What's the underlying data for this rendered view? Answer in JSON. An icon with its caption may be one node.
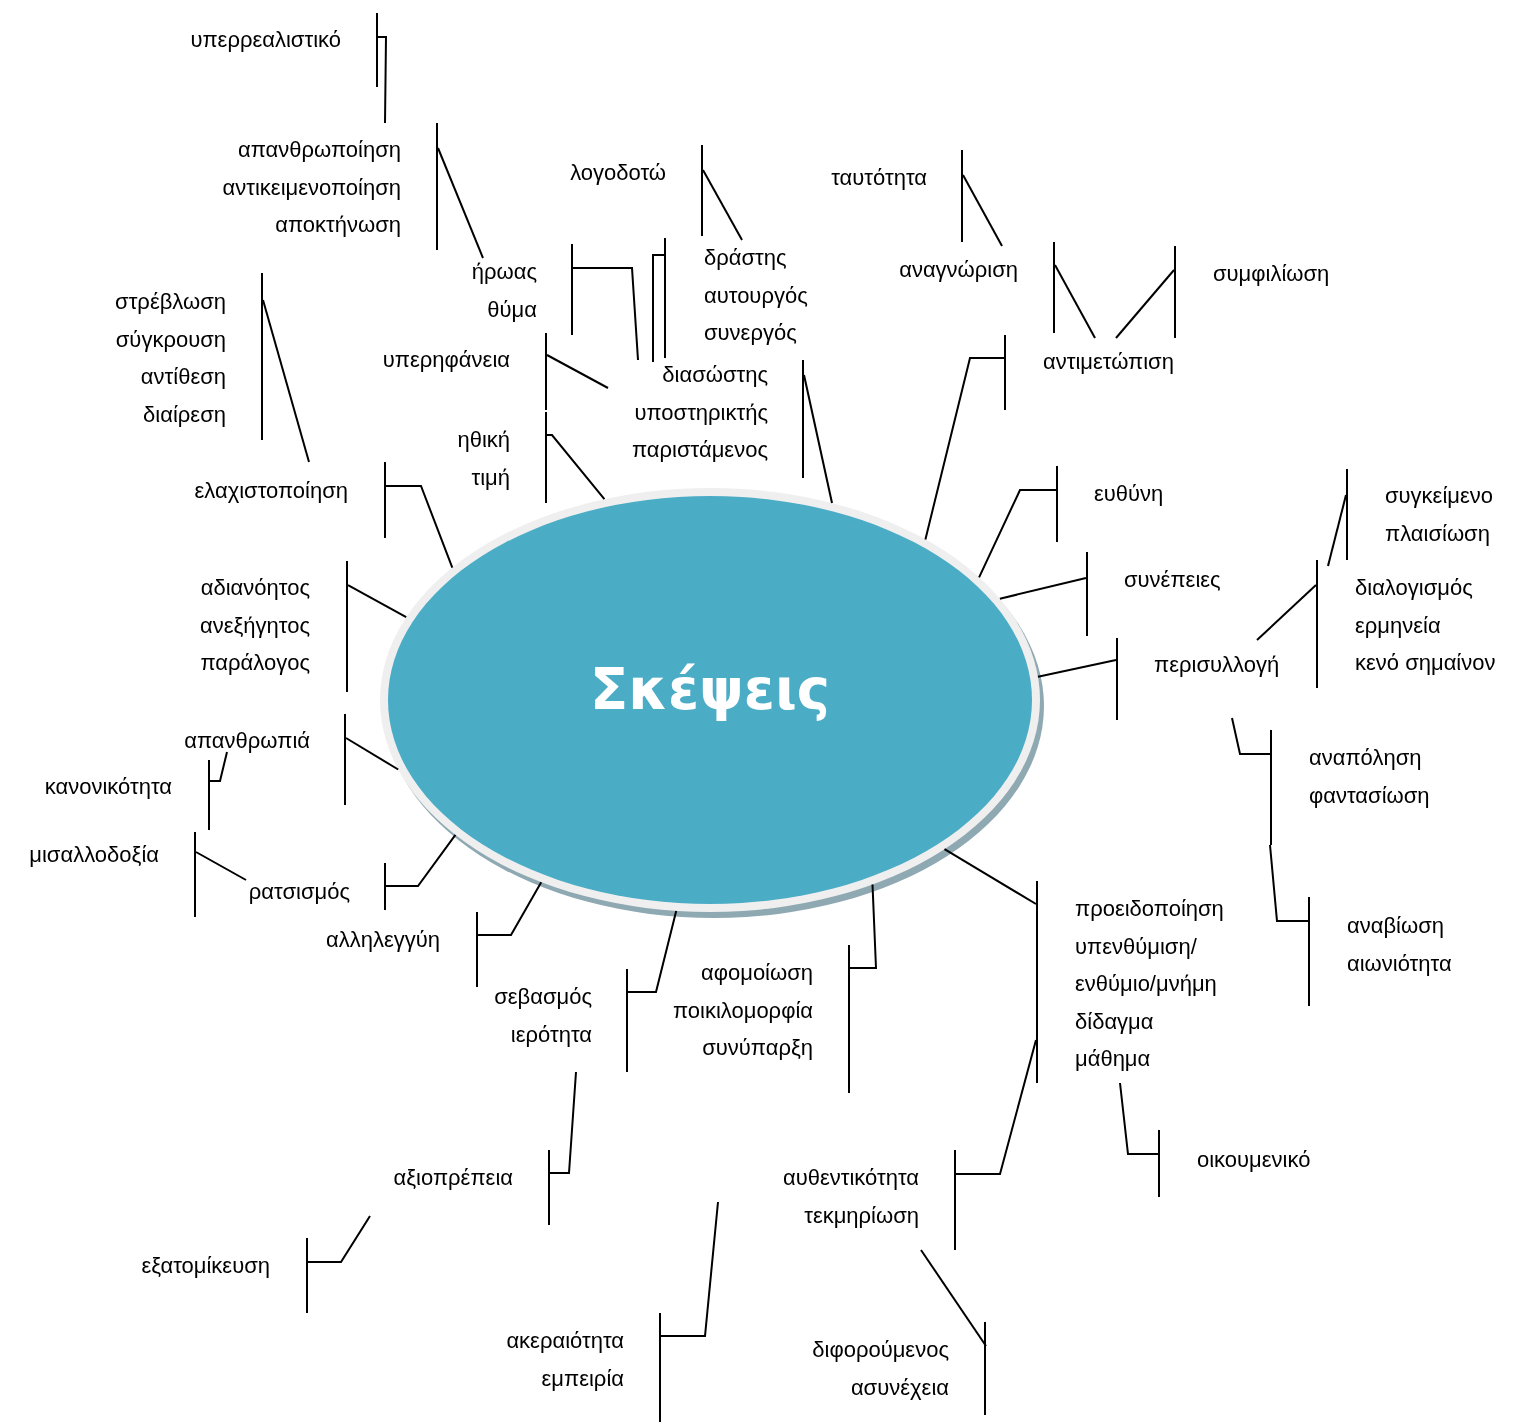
{
  "diagram": {
    "nodes": [
      {
        "text": [
          "Σκέψεις"
        ]
      },
      {
        "text": [
          "υπερρεαλιστικό"
        ]
      },
      {
        "text": [
          "απανθρωποίηση",
          "αντικειμενοποίηση",
          "αποκτήνωση"
        ]
      },
      {
        "text": [
          "ήρωας",
          "θύμα"
        ]
      },
      {
        "text": [
          "λογοδοτώ"
        ]
      },
      {
        "text": [
          "δράστης",
          "αυτουργός",
          "συνεργός"
        ]
      },
      {
        "text": [
          "υπερηφάνεια"
        ]
      },
      {
        "text": [
          "διασώστης",
          "υποστηρικτής",
          "παριστάμενος"
        ]
      },
      {
        "text": [
          "ηθική",
          "τιμή"
        ]
      },
      {
        "text": [
          "ταυτότητα"
        ]
      },
      {
        "text": [
          "αναγνώριση"
        ]
      },
      {
        "text": [
          "συμφιλίωση"
        ]
      },
      {
        "text": [
          "αντιμετώπιση"
        ]
      },
      {
        "text": [
          "στρέβλωση",
          "σύγκρουση",
          "αντίθεση",
          "διαίρεση"
        ]
      },
      {
        "text": [
          "ελαχιστοποίηση"
        ]
      },
      {
        "text": [
          "ευθύνη"
        ]
      },
      {
        "text": [
          "συγκείμενο",
          "πλαισίωση"
        ]
      },
      {
        "text": [
          "συνέπειες"
        ]
      },
      {
        "text": [
          "διαλογισμός",
          "ερμηνεία",
          "κενό σημαίνον"
        ]
      },
      {
        "text": [
          "περισυλλογή"
        ]
      },
      {
        "text": [
          "αδιανόητος",
          "ανεξήγητος",
          "παράλογος"
        ]
      },
      {
        "text": [
          "αναπόληση",
          "φαντασίωση"
        ]
      },
      {
        "text": [
          "απανθρωπιά"
        ]
      },
      {
        "text": [
          "κανονικότητα"
        ]
      },
      {
        "text": [
          "μισαλλοδοξία"
        ]
      },
      {
        "text": [
          "ρατσισμός"
        ]
      },
      {
        "text": [
          "αλληλεγγύη"
        ]
      },
      {
        "text": [
          "αναβίωση",
          "αιωνιότητα"
        ]
      },
      {
        "text": [
          "προειδοποίηση",
          "υπενθύμιση/ ενθύμιο/μνήμη",
          "δίδαγμα",
          "μάθημα"
        ]
      },
      {
        "text": [
          "σεβασμός",
          "ιερότητα"
        ]
      },
      {
        "text": [
          "αφομοίωση",
          "ποικιλομορφία",
          "συνύπαρξη"
        ]
      },
      {
        "text": [
          "οικουμενικό"
        ]
      },
      {
        "text": [
          "αξιοπρέπεια"
        ]
      },
      {
        "text": [
          "αυθεντικότητα",
          "τεκμηρίωση"
        ]
      },
      {
        "text": [
          "εξατομίκευση"
        ]
      },
      {
        "text": [
          "ακεραιότητα",
          "εμπειρία"
        ]
      },
      {
        "text": [
          "διφορούμενος",
          "ασυνέχεια"
        ]
      }
    ],
    "edges": [
      {
        "from": 1,
        "to": 2,
        "arrow": "none"
      },
      {
        "from": 2,
        "to": 3,
        "arrow": "none"
      },
      {
        "from": 3,
        "to": 7,
        "arrow": "none"
      },
      {
        "from": 4,
        "to": 5,
        "arrow": "none"
      },
      {
        "from": 5,
        "to": 7,
        "arrow": "none"
      },
      {
        "from": 6,
        "to": 7,
        "arrow": "none"
      },
      {
        "from": 7,
        "to": 0,
        "arrow": "none"
      },
      {
        "from": 8,
        "to": 0,
        "arrow": "none"
      },
      {
        "from": 9,
        "to": 10,
        "arrow": "none"
      },
      {
        "from": 10,
        "to": 12,
        "arrow": "none"
      },
      {
        "from": 11,
        "to": 12,
        "arrow": "none"
      },
      {
        "from": 12,
        "to": 0,
        "arrow": "none"
      },
      {
        "from": 13,
        "to": 14,
        "arrow": "none"
      },
      {
        "from": 14,
        "to": 0,
        "arrow": "none"
      },
      {
        "from": 15,
        "to": 0,
        "arrow": "none"
      },
      {
        "from": 16,
        "to": 18,
        "arrow": "none"
      },
      {
        "from": 17,
        "to": 0,
        "arrow": "none"
      },
      {
        "from": 18,
        "to": 19,
        "arrow": "none"
      },
      {
        "from": 19,
        "to": 0,
        "arrow": "none"
      },
      {
        "from": 20,
        "to": 0,
        "arrow": "none"
      },
      {
        "from": 21,
        "to": 19,
        "arrow": "none"
      },
      {
        "from": 22,
        "to": 0,
        "arrow": "none"
      },
      {
        "from": 23,
        "to": 22,
        "arrow": "none"
      },
      {
        "from": 24,
        "to": 25,
        "arrow": "none"
      },
      {
        "from": 25,
        "to": 0,
        "arrow": "none"
      },
      {
        "from": 26,
        "to": 0,
        "arrow": "none"
      },
      {
        "from": 27,
        "to": 21,
        "arrow": "none"
      },
      {
        "from": 28,
        "to": 0,
        "arrow": "none"
      },
      {
        "from": 29,
        "to": 0,
        "arrow": "none"
      },
      {
        "from": 30,
        "to": 0,
        "arrow": "none"
      },
      {
        "from": 31,
        "to": 28,
        "arrow": "none"
      },
      {
        "from": 32,
        "to": 29,
        "arrow": "none"
      },
      {
        "from": 33,
        "to": 28,
        "arrow": "none"
      },
      {
        "from": 34,
        "to": 32,
        "arrow": "none"
      },
      {
        "from": 35,
        "to": 33,
        "arrow": "none"
      },
      {
        "from": 36,
        "to": 33,
        "arrow": "none"
      }
    ]
  }
}
